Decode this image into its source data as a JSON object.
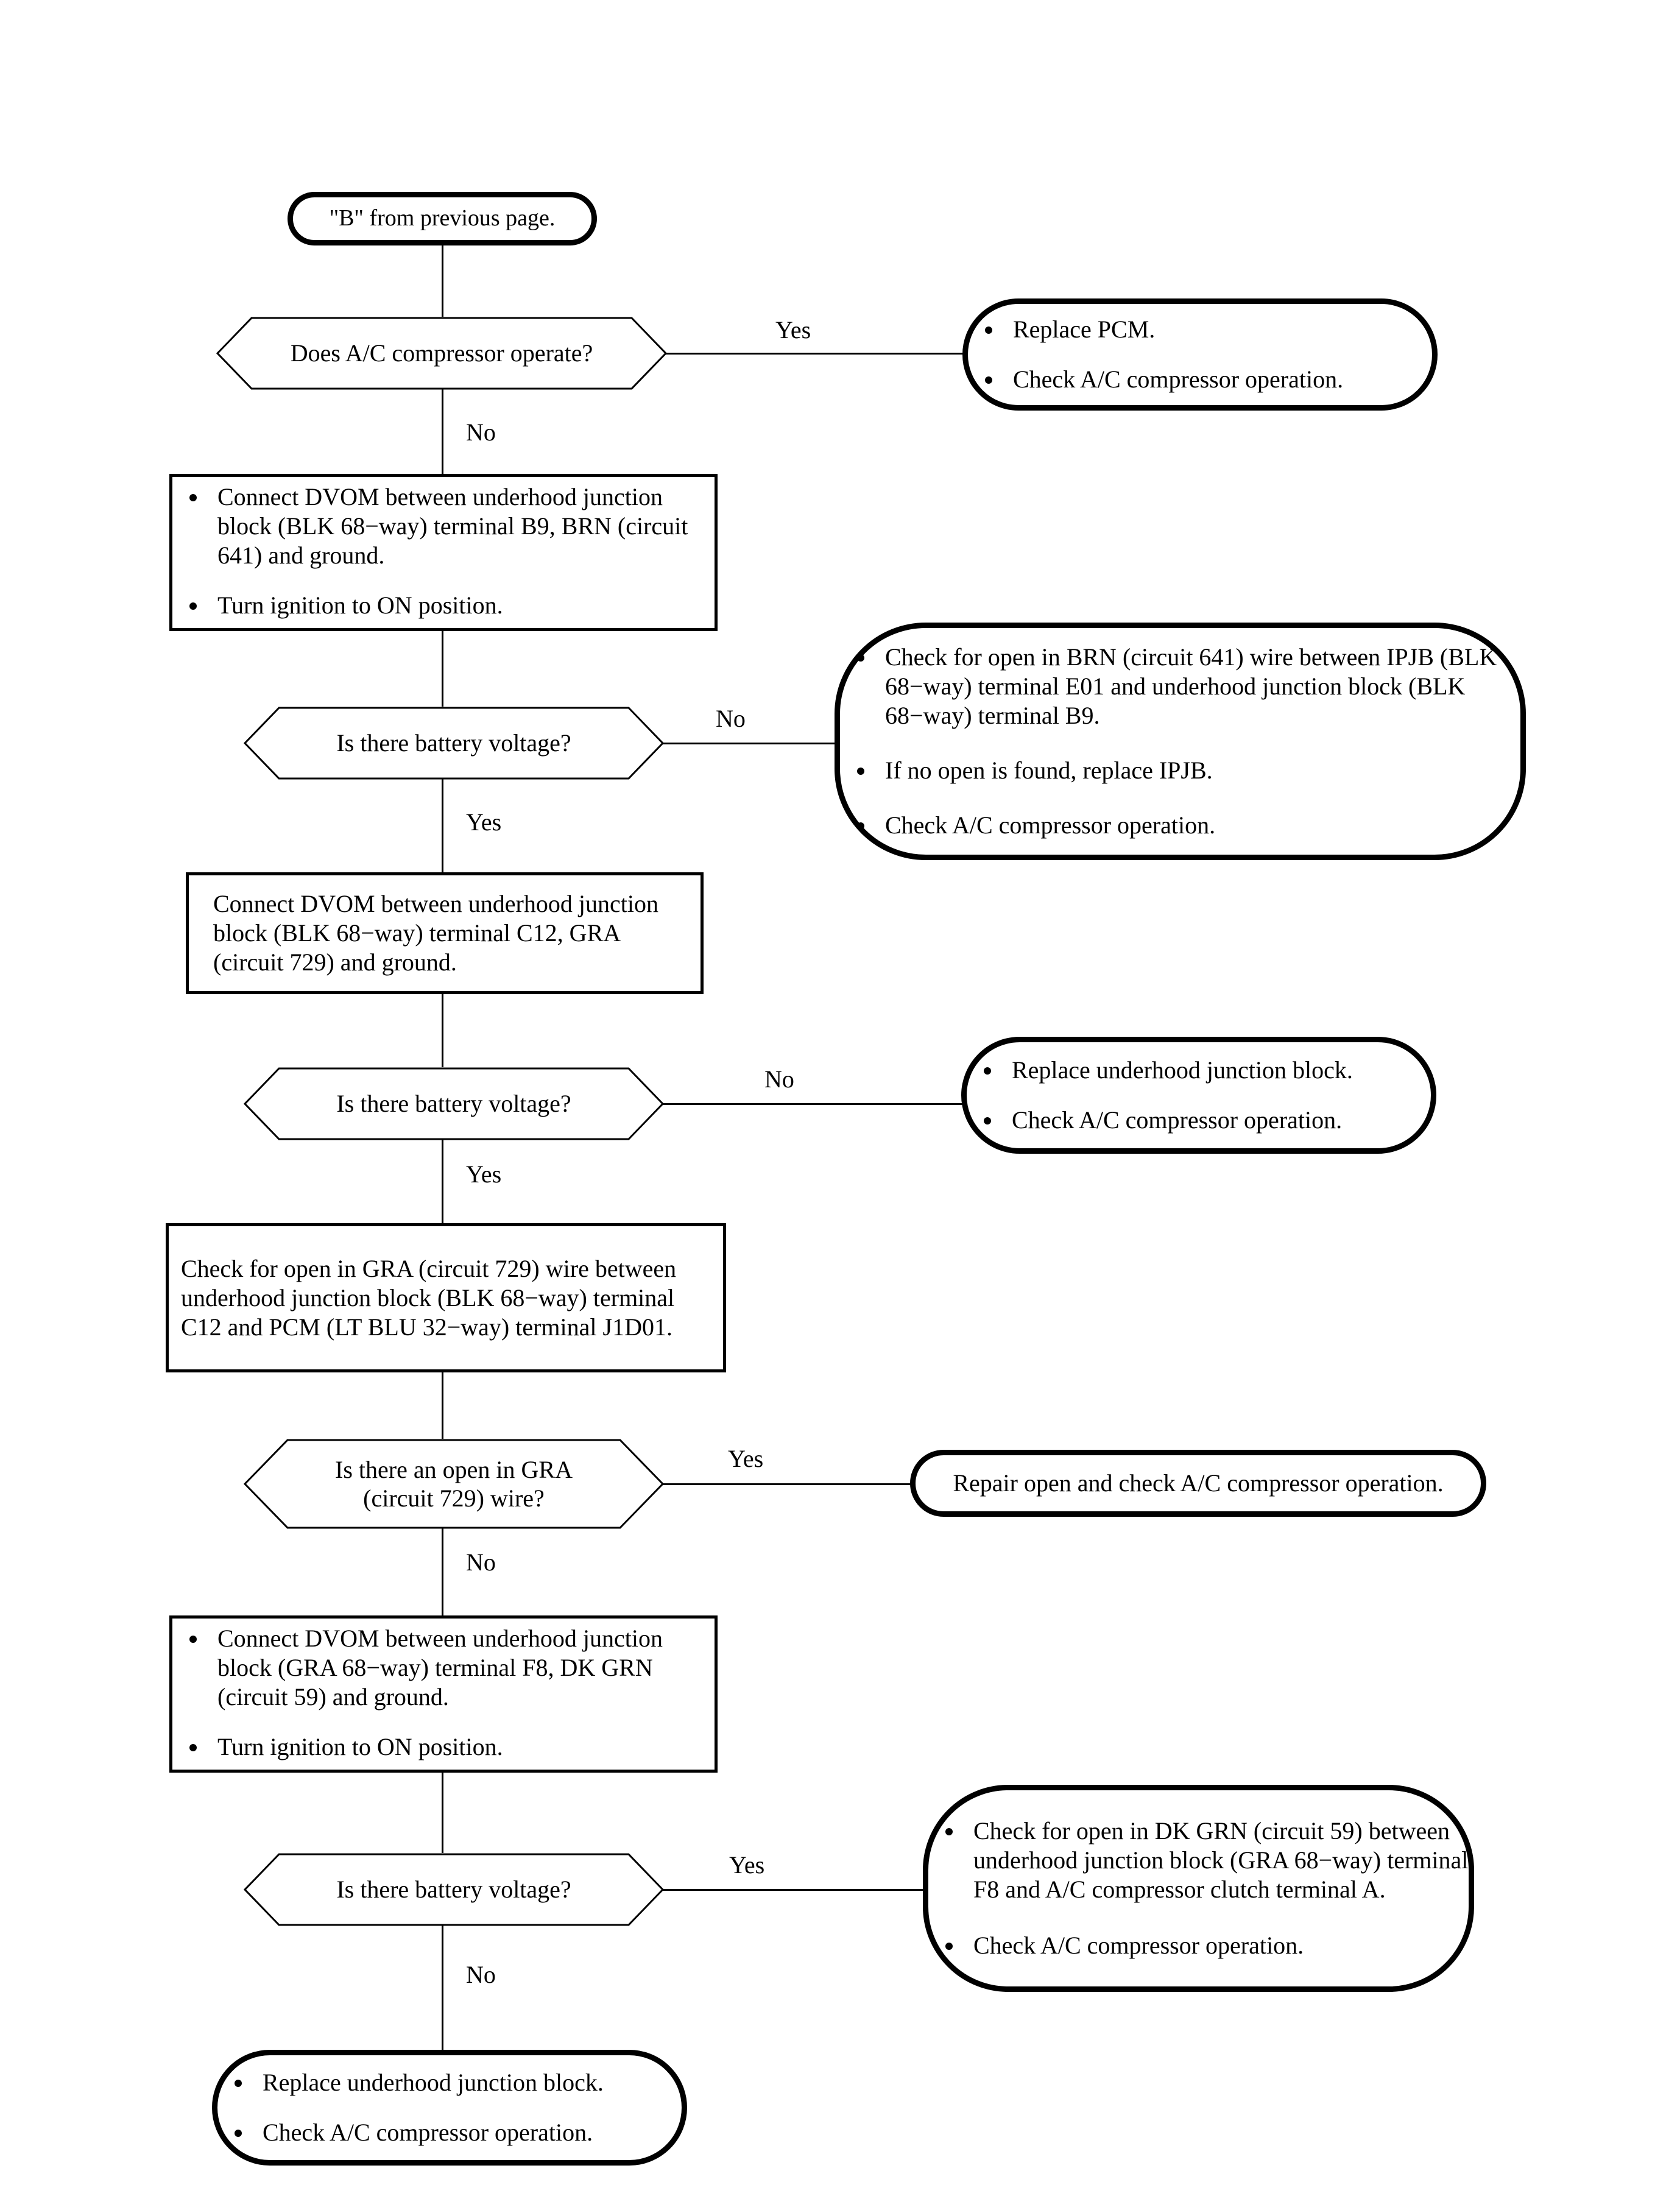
{
  "diagram": {
    "title": "A/C compressor circuit diagnostic flowchart",
    "entry": {
      "label": "\"B\" from previous page."
    },
    "branch_labels": {
      "yes": "Yes",
      "no": "No"
    },
    "nodes": {
      "decision_compressor_operate": {
        "lines": [
          "Does A/C compressor operate?"
        ]
      },
      "terminator_replace_pcm": {
        "bullets": [
          "Replace PCM.",
          "Check A/C compressor operation."
        ]
      },
      "process_dvom_b9": {
        "bullets": [
          "Connect DVOM between underhood junction block (BLK 68−way) terminal B9, BRN (circuit 641) and ground.",
          "Turn ignition to ON position."
        ]
      },
      "decision_voltage_1": {
        "lines": [
          "Is there battery voltage?"
        ]
      },
      "terminator_check_brn_open": {
        "bullets": [
          "Check for open in BRN (circuit 641) wire between IPJB (BLK 68−way) terminal E01 and underhood junction block (BLK 68−way) terminal B9.",
          "If no open is found, replace IPJB.",
          "Check A/C compressor operation."
        ]
      },
      "process_dvom_c12": {
        "text": "Connect DVOM between underhood junction block (BLK 68−way) terminal C12, GRA (circuit 729) and ground."
      },
      "decision_voltage_2": {
        "lines": [
          "Is there battery voltage?"
        ]
      },
      "terminator_replace_ujb_1": {
        "bullets": [
          "Replace underhood junction block.",
          "Check A/C compressor operation."
        ]
      },
      "process_check_gra_open": {
        "text": "Check for open in GRA (circuit 729) wire between underhood junction block (BLK 68−way) terminal C12 and PCM (LT BLU 32−way) terminal J1D01."
      },
      "decision_open_gra": {
        "lines": [
          "Is there an open in GRA",
          "(circuit 729) wire?"
        ]
      },
      "terminator_repair_open": {
        "text": "Repair open and check A/C compressor operation."
      },
      "process_dvom_f8": {
        "bullets": [
          "Connect DVOM between underhood junction block (GRA 68−way) terminal F8, DK GRN (circuit 59) and ground.",
          "Turn ignition to ON position."
        ]
      },
      "decision_voltage_3": {
        "lines": [
          "Is there battery voltage?"
        ]
      },
      "terminator_check_dkgrn_open": {
        "bullets": [
          "Check for open in DK GRN (circuit 59) between underhood junction block (GRA 68−way) terminal F8 and A/C compressor clutch terminal A.",
          "Check A/C compressor operation."
        ]
      },
      "terminator_replace_ujb_2": {
        "bullets": [
          "Replace underhood junction block.",
          "Check A/C compressor operation."
        ]
      }
    },
    "edge_labels": {
      "compressor_operate_yes": "Yes",
      "compressor_operate_no": "No",
      "voltage1_no": "No",
      "voltage1_yes": "Yes",
      "voltage2_no": "No",
      "voltage2_yes": "Yes",
      "open_gra_yes": "Yes",
      "open_gra_no": "No",
      "voltage3_yes": "Yes",
      "voltage3_no": "No"
    }
  }
}
